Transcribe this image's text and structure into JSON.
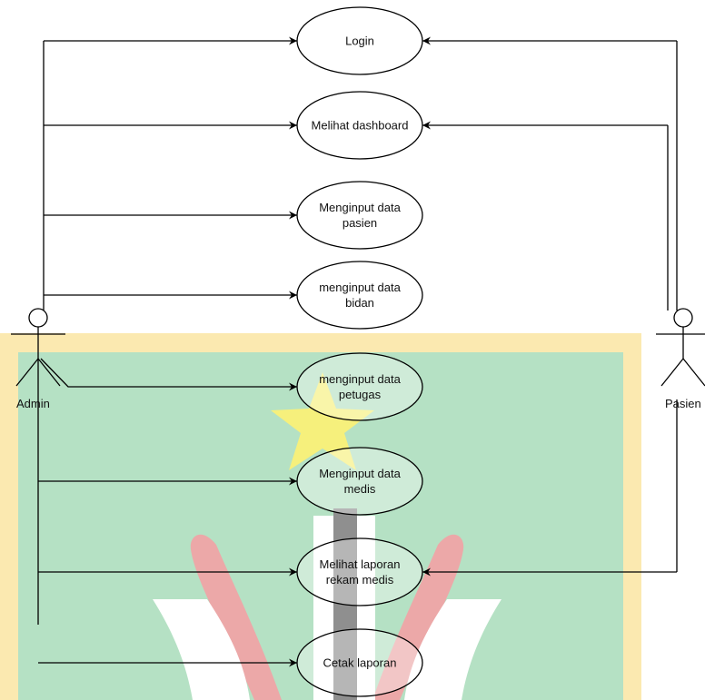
{
  "actors": [
    {
      "id": "admin",
      "label": "Admin"
    },
    {
      "id": "pasien",
      "label": "Pasien"
    }
  ],
  "use_cases": [
    {
      "id": "login",
      "lines": [
        "Login"
      ]
    },
    {
      "id": "dashboard",
      "lines": [
        "Melihat dashboard"
      ]
    },
    {
      "id": "input-pasien",
      "lines": [
        "Menginput data",
        "pasien"
      ]
    },
    {
      "id": "input-bidan",
      "lines": [
        "menginput data",
        "bidan"
      ]
    },
    {
      "id": "input-petugas",
      "lines": [
        "menginput data",
        "petugas"
      ]
    },
    {
      "id": "input-medis",
      "lines": [
        "Menginput data",
        "medis"
      ]
    },
    {
      "id": "laporan-rekam-medis",
      "lines": [
        "Melihat laporan",
        "rekam medis"
      ]
    },
    {
      "id": "cetak-laporan",
      "lines": [
        "Cetak laporan"
      ]
    }
  ],
  "connections": [
    {
      "from": "admin",
      "to": "login"
    },
    {
      "from": "admin",
      "to": "dashboard"
    },
    {
      "from": "admin",
      "to": "input-pasien"
    },
    {
      "from": "admin",
      "to": "input-bidan"
    },
    {
      "from": "admin",
      "to": "input-petugas"
    },
    {
      "from": "admin",
      "to": "input-medis"
    },
    {
      "from": "admin",
      "to": "laporan-rekam-medis"
    },
    {
      "from": "admin",
      "to": "cetak-laporan"
    },
    {
      "from": "pasien",
      "to": "login"
    },
    {
      "from": "pasien",
      "to": "dashboard"
    },
    {
      "from": "pasien",
      "to": "laporan-rekam-medis"
    }
  ],
  "colors": {
    "line": "#000000",
    "ellipse_fill": "#ffffff",
    "watermark_border": "#fbe9b0",
    "watermark_field": "#b5e1c4",
    "watermark_star": "#f6f07c",
    "watermark_red": "#eca8a8",
    "watermark_white": "#ffffff",
    "watermark_grey": "#8f8f8f"
  }
}
